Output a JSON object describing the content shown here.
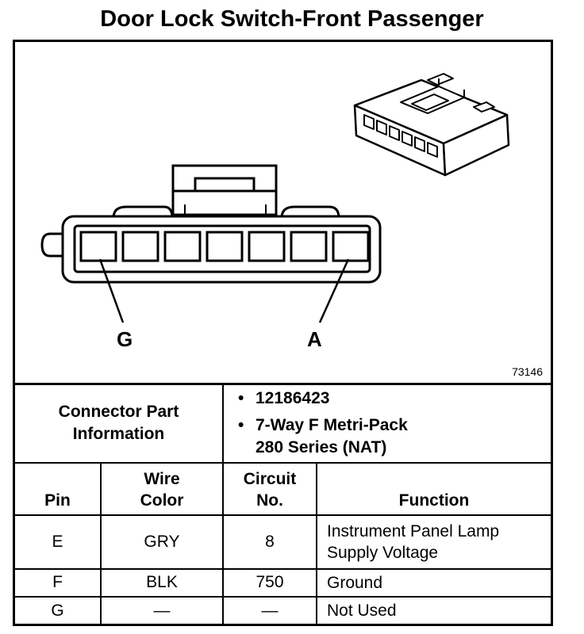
{
  "title": "Door Lock Switch-Front Passenger",
  "diagram": {
    "pin_left_label": "G",
    "pin_right_label": "A",
    "reference_number": "73146"
  },
  "connector_part": {
    "label_line1": "Connector Part",
    "label_line2": "Information",
    "part_number": "12186423",
    "description_line1": "7-Way F Metri-Pack",
    "description_line2": "280 Series (NAT)",
    "bullet": "•"
  },
  "table": {
    "headers": {
      "pin": "Pin",
      "wire_line1": "Wire",
      "wire_line2": "Color",
      "circuit_line1": "Circuit",
      "circuit_line2": "No.",
      "function": "Function"
    },
    "rows": [
      {
        "pin": "E",
        "wire": "GRY",
        "circuit": "8",
        "function_line1": "Instrument Panel Lamp",
        "function_line2": "Supply Voltage"
      },
      {
        "pin": "F",
        "wire": "BLK",
        "circuit": "750",
        "function_line1": "Ground",
        "function_line2": ""
      },
      {
        "pin": "G",
        "wire": "—",
        "circuit": "—",
        "function_line1": "Not Used",
        "function_line2": ""
      }
    ]
  }
}
